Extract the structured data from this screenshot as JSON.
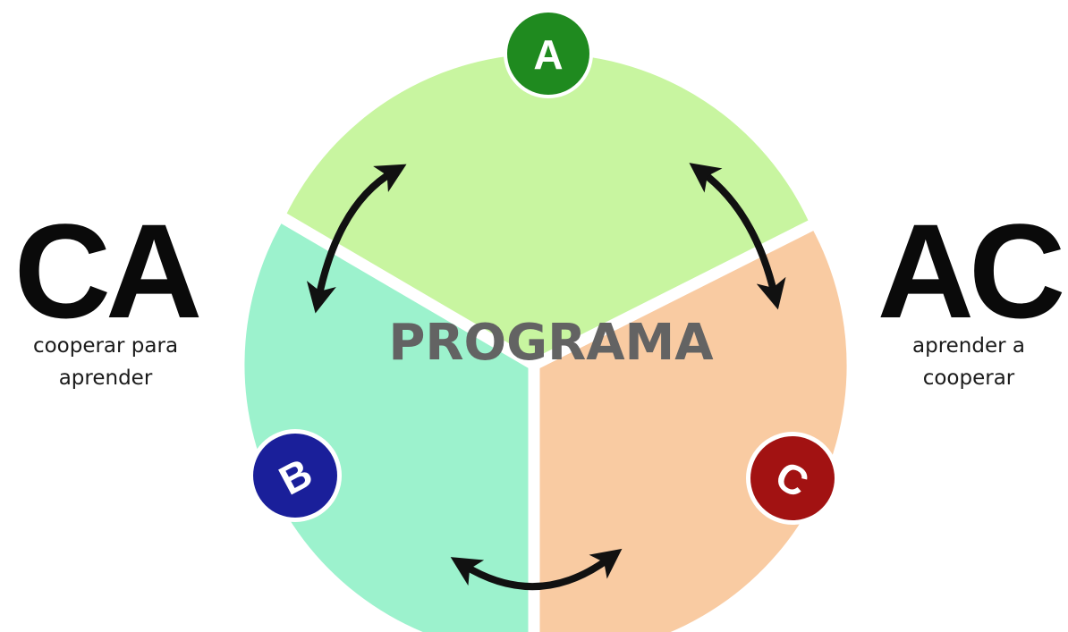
{
  "diagram": {
    "center_label": "PROGRAMA",
    "segments": [
      {
        "id": "A",
        "letter": "A",
        "fill": "#c8f5a0",
        "badge_color": "#1f8a1f"
      },
      {
        "id": "B",
        "letter": "B",
        "fill": "#9cf2cd",
        "badge_color": "#1a1f9a"
      },
      {
        "id": "C",
        "letter": "C",
        "fill": "#f9cba2",
        "badge_color": "#a21212"
      }
    ],
    "arrow_color": "#111111"
  },
  "left": {
    "acronym": "CA",
    "caption_line1": "cooperar para",
    "caption_line2": "aprender"
  },
  "right": {
    "acronym": "AC",
    "caption_line1": "aprender a",
    "caption_line2": "cooperar"
  }
}
